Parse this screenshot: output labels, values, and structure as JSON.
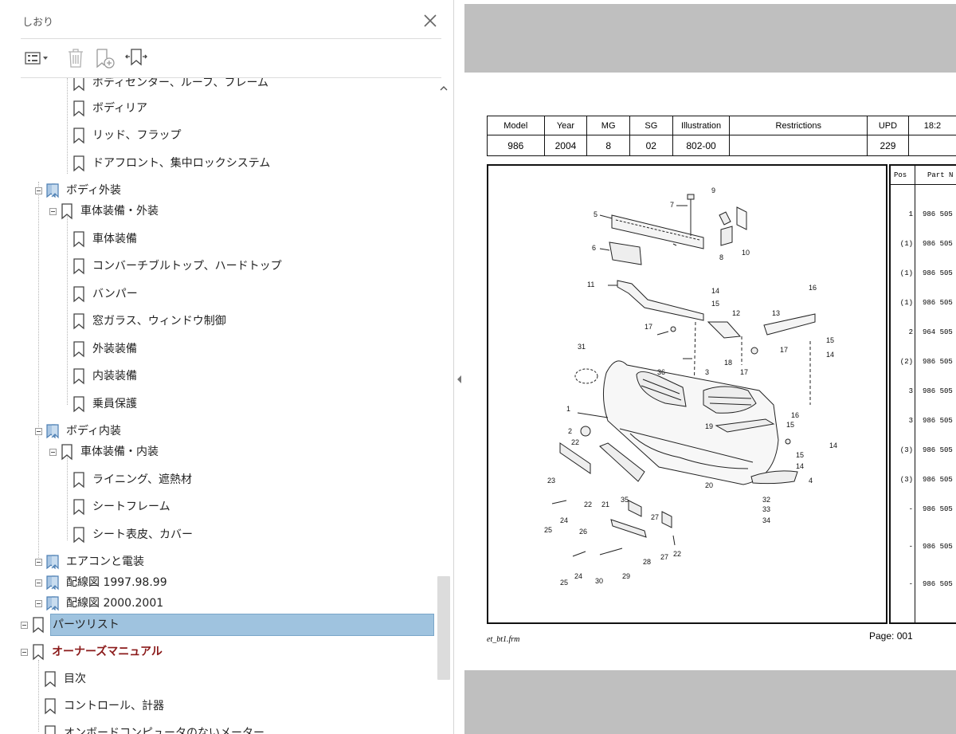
{
  "bookmarks_panel": {
    "title": "しおり",
    "items": [
      {
        "label": "ボディセンター、ルーフ、フレーム"
      },
      {
        "label": "ボディリア"
      },
      {
        "label": "リッド、フラップ"
      },
      {
        "label": "ドアフロント、集中ロックシステム"
      },
      {
        "label": "ボディ外装"
      },
      {
        "label": "車体装備・外装"
      },
      {
        "label": "車体装備"
      },
      {
        "label": "コンバーチブルトップ、ハードトップ"
      },
      {
        "label": "バンパー"
      },
      {
        "label": "窓ガラス、ウィンドウ制御"
      },
      {
        "label": "外装装備"
      },
      {
        "label": "内装装備"
      },
      {
        "label": "乗員保護"
      },
      {
        "label": "ボディ内装"
      },
      {
        "label": "車体装備・内装"
      },
      {
        "label": "ライニング、遮熱材"
      },
      {
        "label": "シートフレーム"
      },
      {
        "label": "シート表皮、カバー"
      },
      {
        "label": "エアコンと電装"
      },
      {
        "label": "配線図 1997.98.99"
      },
      {
        "label": "配線図 2000.2001"
      },
      {
        "label": "パーツリスト"
      },
      {
        "label": "オーナーズマニュアル"
      },
      {
        "label": "目次"
      },
      {
        "label": "コントロール、計器"
      },
      {
        "label": "オンボードコンピュータのないメーター"
      }
    ],
    "selected": "パーツリスト",
    "owner_manual_color": "#8b1a1a",
    "selection_color": "#9fc3df"
  },
  "document": {
    "header": {
      "columns": [
        "Model",
        "Year",
        "MG",
        "SG",
        "Illustration",
        "Restrictions",
        "UPD",
        "18:2"
      ],
      "values": [
        "986",
        "2004",
        "8",
        "02",
        "802-00",
        "",
        "229",
        ""
      ]
    },
    "parts_table": {
      "col_pos": "Pos",
      "col_partno": "Part N",
      "rows": [
        {
          "pos": "1",
          "part": "986 505"
        },
        {
          "pos": "(1)",
          "part": "986 505"
        },
        {
          "pos": "(1)",
          "part": "986 505"
        },
        {
          "pos": "(1)",
          "part": "986 505"
        },
        {
          "pos": "2",
          "part": "964 505"
        },
        {
          "pos": "(2)",
          "part": "986 505"
        },
        {
          "pos": "3",
          "part": "986 505"
        },
        {
          "pos": "3",
          "part": "986 505"
        },
        {
          "pos": "(3)",
          "part": "986 505"
        },
        {
          "pos": "(3)",
          "part": "986 505"
        },
        {
          "pos": "-",
          "part": "986 505"
        },
        {
          "pos": "-",
          "part": "986 505"
        },
        {
          "pos": "-",
          "part": "986 505"
        }
      ]
    },
    "diagram_callouts": [
      "1",
      "2",
      "3",
      "4",
      "5",
      "6",
      "7",
      "8",
      "9",
      "10",
      "11",
      "12",
      "13",
      "14",
      "15",
      "16",
      "17",
      "18",
      "19",
      "20",
      "21",
      "22",
      "23",
      "24",
      "25",
      "26",
      "27",
      "28",
      "29",
      "30",
      "31",
      "32",
      "33",
      "34",
      "35",
      "36"
    ],
    "frm_label": "et_bt1.frm",
    "page_label": "Page: 001"
  }
}
